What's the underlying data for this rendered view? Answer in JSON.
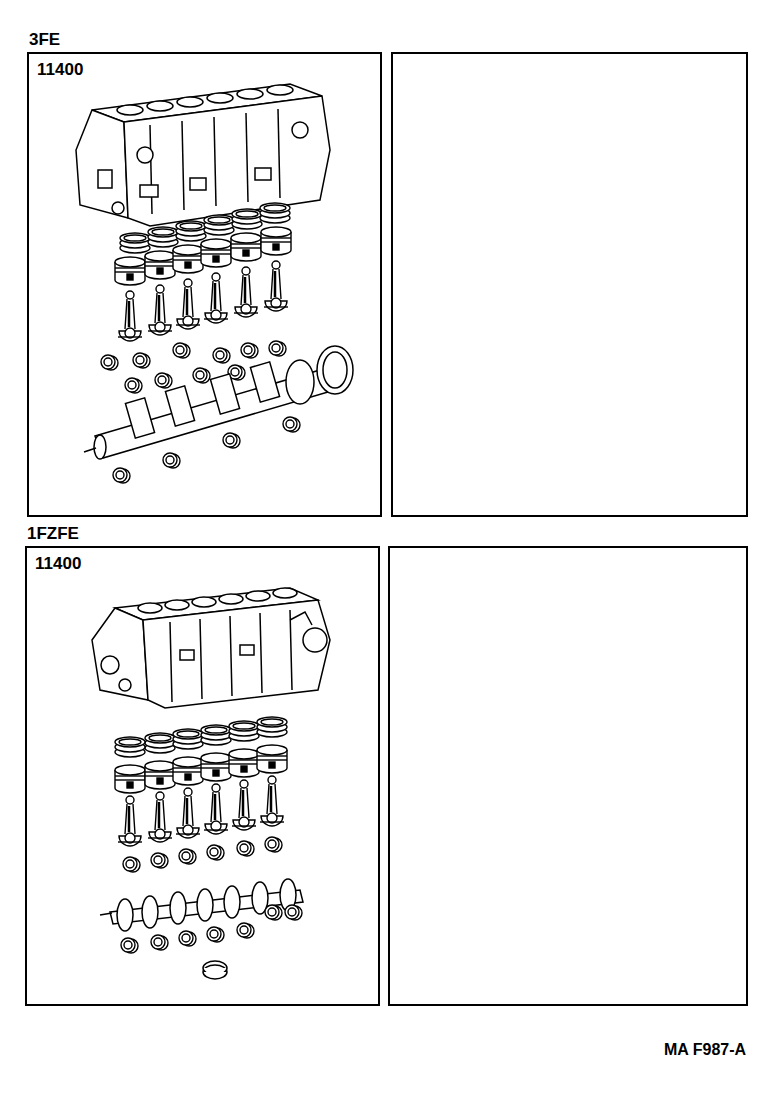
{
  "diagram": {
    "nodes": [
      {
        "text": [
          "3FE",
          "11400"
        ]
      },
      {
        "text": [
          "1FZFE",
          "11400"
        ]
      }
    ],
    "labels": [
      "MA F987-A"
    ]
  }
}
